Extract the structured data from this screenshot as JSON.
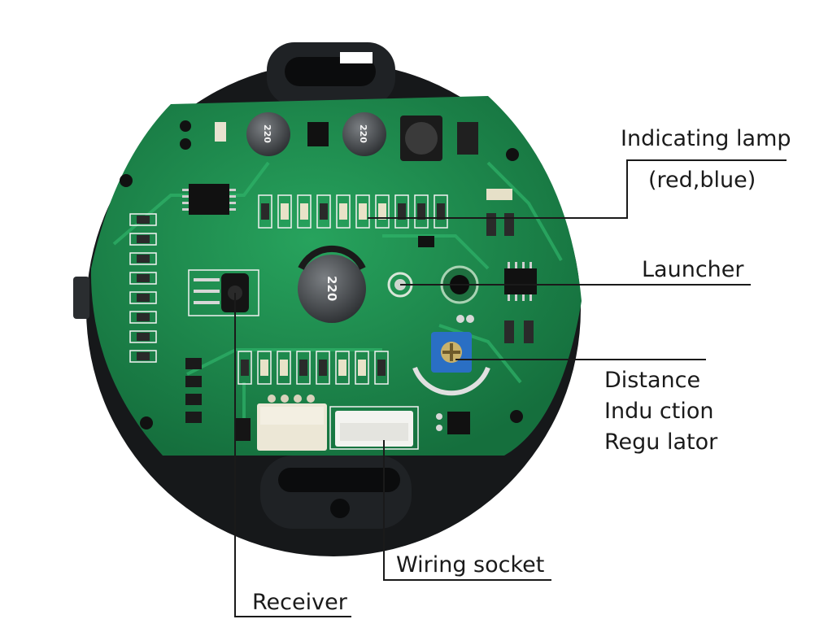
{
  "figure": {
    "callouts": {
      "indicating_lamp": {
        "line1": "Indicating lamp",
        "line2": "(red,blue)"
      },
      "launcher": "Launcher",
      "distance_regulator": {
        "line1": "Distance",
        "line2": "Indu ction",
        "line3": "Regu lator"
      },
      "wiring_socket": "Wiring socket",
      "receiver": "Receiver"
    },
    "colors": {
      "pcb": "#1d8a4e",
      "housing": "#16181a",
      "leader_line": "#1a1a1a",
      "potentiometer": "#2a6fc4"
    }
  }
}
